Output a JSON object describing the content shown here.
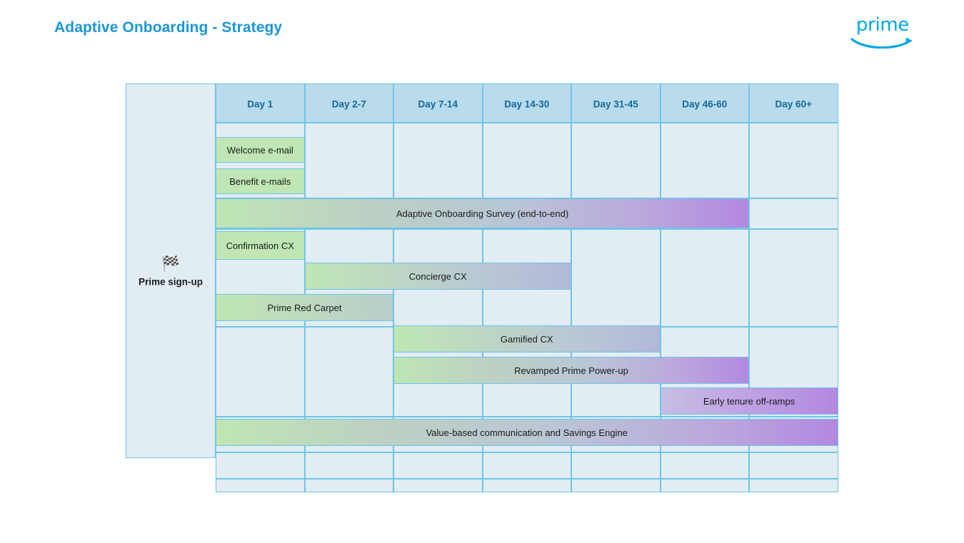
{
  "header": {
    "title": "Adaptive Onboarding - Strategy",
    "logo": {
      "word": "prime",
      "icon": "amazon-smile-swoosh"
    }
  },
  "colors": {
    "title": "#1b97d8",
    "logo": "#00a8e1",
    "grid_cell": "#e2ecf3",
    "grid_header": "#b9dbec",
    "grid_border": "#6ec5e8",
    "header_text": "#13689c",
    "bar_green": "#bfe6b4",
    "bar_purple": "#b388e0",
    "bar_text": "#1b1b1b"
  },
  "axis": {
    "row_label": {
      "icon": "checkered-flag-icon",
      "glyph": "🏁",
      "text": "Prime sign-up"
    }
  },
  "chart_data": {
    "type": "bar",
    "title": "Adaptive Onboarding - Strategy",
    "xlabel": "",
    "ylabel": "Prime sign-up",
    "grid": true,
    "legend": "none",
    "categories": [
      "Day 1",
      "Day 2-7",
      "Day 7-14",
      "Day 14-30",
      "Day 31-45",
      "Day 46-60",
      "Day 60+"
    ],
    "series": [
      {
        "name": "Welcome e-mail",
        "start_col": 0,
        "end_col": 0,
        "row": 0,
        "fill": "solid-green"
      },
      {
        "name": "Benefit e-mails",
        "start_col": 0,
        "end_col": 0,
        "row": 1,
        "fill": "solid-green"
      },
      {
        "name": "Adaptive Onboarding Survey (end-to-end)",
        "start_col": 0,
        "end_col": 5,
        "row": 2,
        "fill": "green-to-purple"
      },
      {
        "name": "Confirmation CX",
        "start_col": 0,
        "end_col": 0,
        "row": 3,
        "fill": "solid-green"
      },
      {
        "name": "Concierge CX",
        "start_col": 1,
        "end_col": 3,
        "row": 4,
        "fill": "green-to-purple"
      },
      {
        "name": "Prime Red Carpet",
        "start_col": 0,
        "end_col": 1,
        "row": 5,
        "fill": "green-to-purple"
      },
      {
        "name": "Gamified CX",
        "start_col": 2,
        "end_col": 4,
        "row": 6,
        "fill": "green-to-purple"
      },
      {
        "name": "Revamped Prime Power-up",
        "start_col": 2,
        "end_col": 5,
        "row": 7,
        "fill": "green-to-purple"
      },
      {
        "name": "Early tenure off-ramps",
        "start_col": 5,
        "end_col": 6,
        "row": 8,
        "fill": "purple-gradient"
      },
      {
        "name": "Value-based communication and Savings Engine",
        "start_col": 0,
        "end_col": 6,
        "row": 9,
        "fill": "green-to-purple"
      }
    ]
  }
}
